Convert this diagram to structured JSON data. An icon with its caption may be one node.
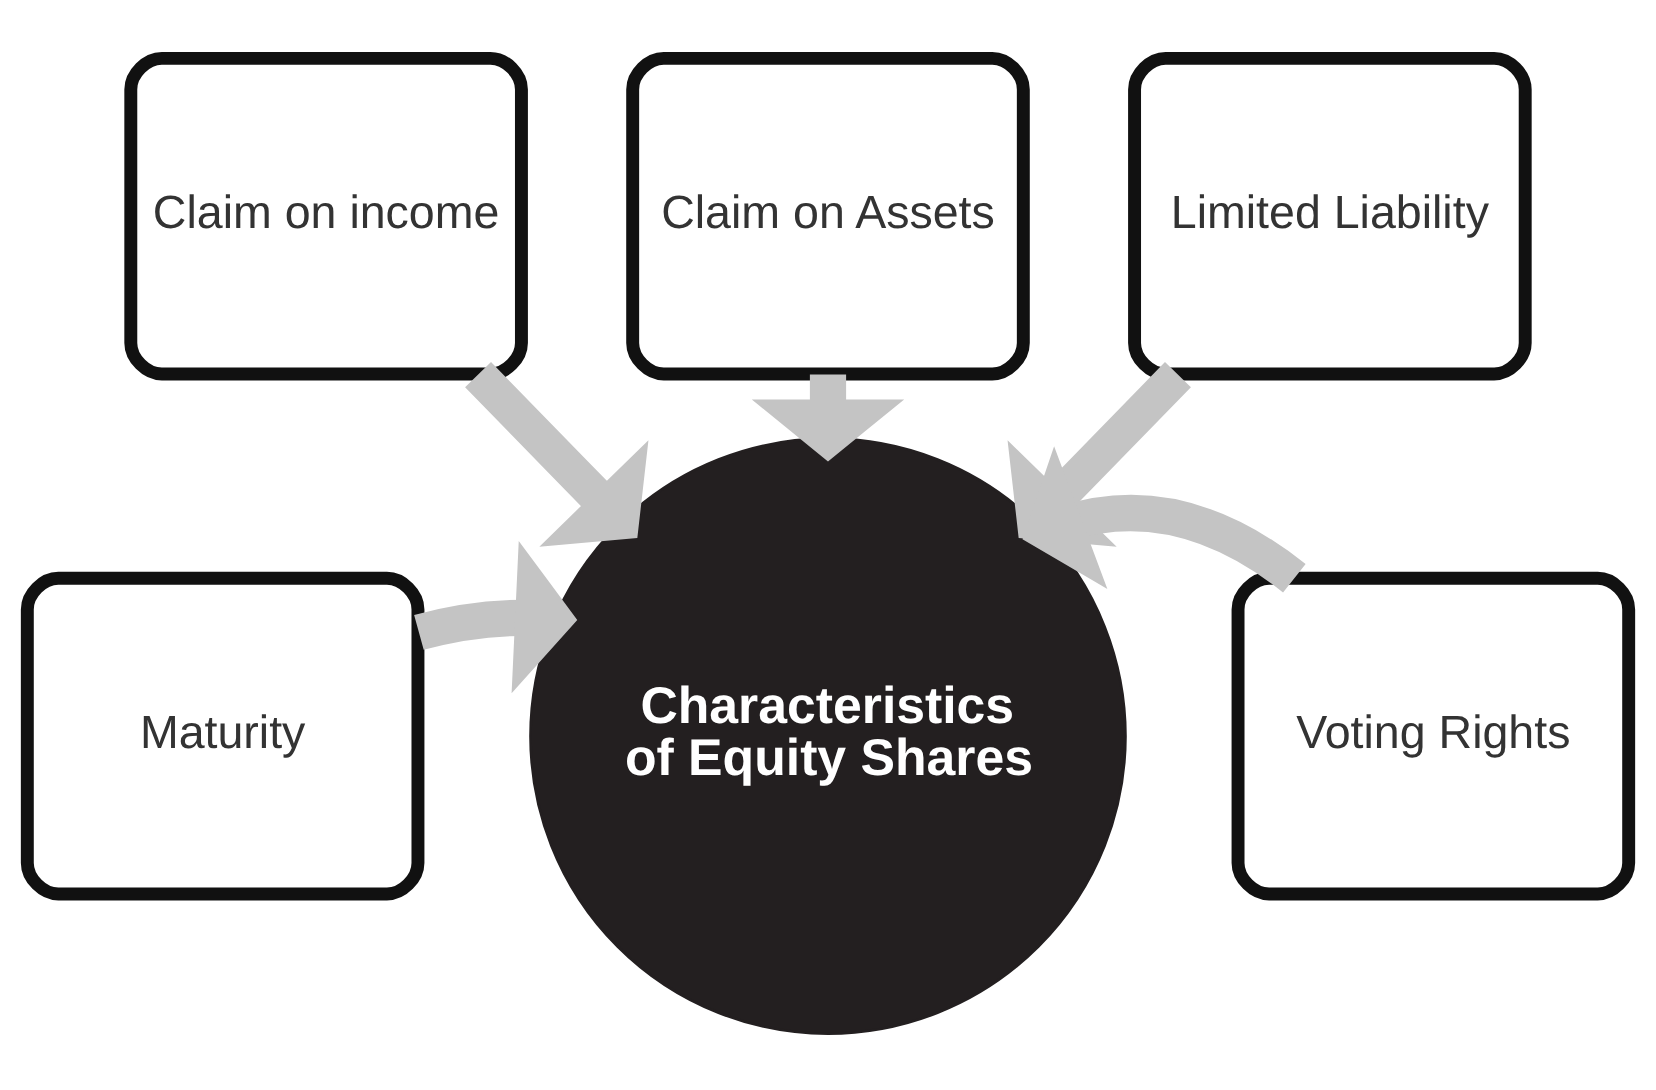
{
  "diagram": {
    "nodes": [
      {
        "text": [
          "Claim on Assets"
        ]
      },
      {
        "text": [
          "Claim on income"
        ]
      },
      {
        "text": [
          "Limited Liability"
        ]
      },
      {
        "text": [
          "Maturity"
        ]
      },
      {
        "text": [
          "Characteristics of Equity Shares"
        ]
      },
      {
        "text": [
          "Voting Rights"
        ]
      }
    ],
    "edges": [
      {
        "from": 0,
        "to": 4,
        "arrow": "to"
      },
      {
        "from": 1,
        "to": 4,
        "arrow": "to"
      },
      {
        "from": 2,
        "to": 4,
        "arrow": "to"
      },
      {
        "from": 3,
        "to": 4,
        "arrow": "to"
      },
      {
        "from": 5,
        "to": 4,
        "arrow": "to"
      }
    ]
  }
}
